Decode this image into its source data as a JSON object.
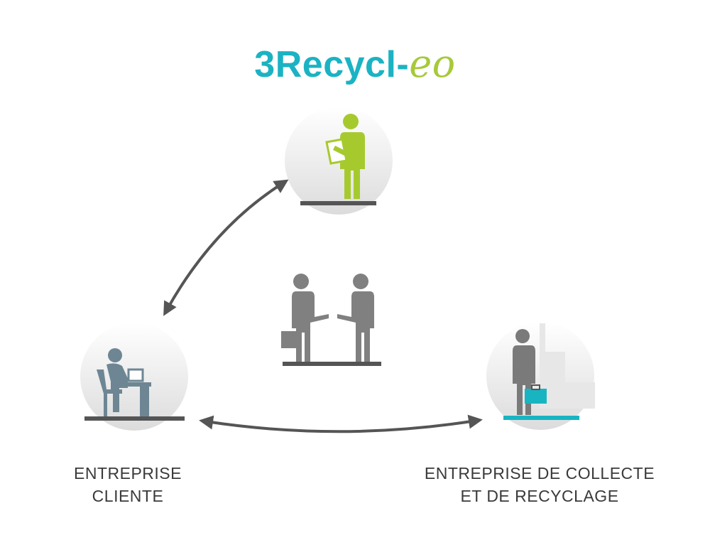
{
  "logo": {
    "main_text": "3Recycl-",
    "accent_text": "eo",
    "main_color": "#1bb3c3",
    "accent_color": "#a7c93a"
  },
  "labels": {
    "client": [
      "ENTREPRISE",
      "CLIENTE"
    ],
    "collector": [
      "ENTREPRISE DE COLLECTE",
      "ET DE RECYCLAGE"
    ]
  },
  "colors": {
    "consultant": "#a6ca2e",
    "client": "#6e8694",
    "collector_person": "#7a7a7a",
    "collector_base": "#19b4c2",
    "handshake": "#808080",
    "arrow": "#555555"
  },
  "icons": {
    "top": "consultant-with-document-icon",
    "left": "person-at-computer-icon",
    "right": "person-with-briefcase-icon",
    "center": "handshake-icon"
  }
}
